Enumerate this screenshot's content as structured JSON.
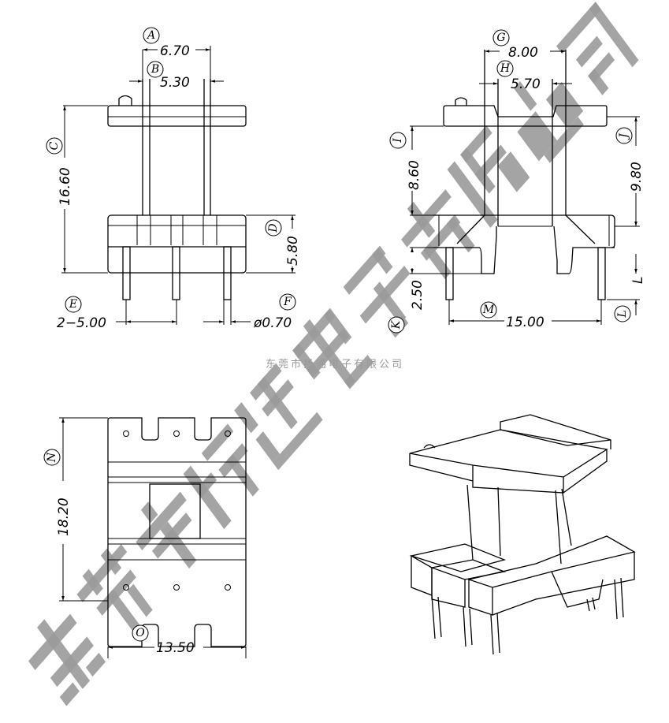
{
  "watermark": {
    "text": "东莞市扬通电子有限公司",
    "color": "#9a9a9a"
  },
  "caption": "东莞市扬通电子有限公司",
  "front_view": {
    "A": {
      "letter": "A",
      "value": "6.70"
    },
    "B": {
      "letter": "B",
      "value": "5.30"
    },
    "C": {
      "letter": "C",
      "value": "16.60"
    },
    "D": {
      "letter": "D",
      "value": "5.80"
    },
    "E": {
      "letter": "E",
      "value": "2−5.00"
    },
    "F": {
      "letter": "F",
      "value": "ø0.70"
    }
  },
  "side_view": {
    "G": {
      "letter": "G",
      "value": "8.00"
    },
    "H": {
      "letter": "H",
      "value": "5.70"
    },
    "I": {
      "letter": "I",
      "value": "8.60"
    },
    "J": {
      "letter": "J",
      "value": "9.80"
    },
    "K": {
      "letter": "K",
      "value": "2.50"
    },
    "L": {
      "letter": "L",
      "value": "L"
    },
    "M": {
      "letter": "M",
      "value": "15.00"
    }
  },
  "plan_view": {
    "N": {
      "letter": "N",
      "value": "18.20"
    },
    "O": {
      "letter": "O",
      "value": "13.50"
    }
  }
}
